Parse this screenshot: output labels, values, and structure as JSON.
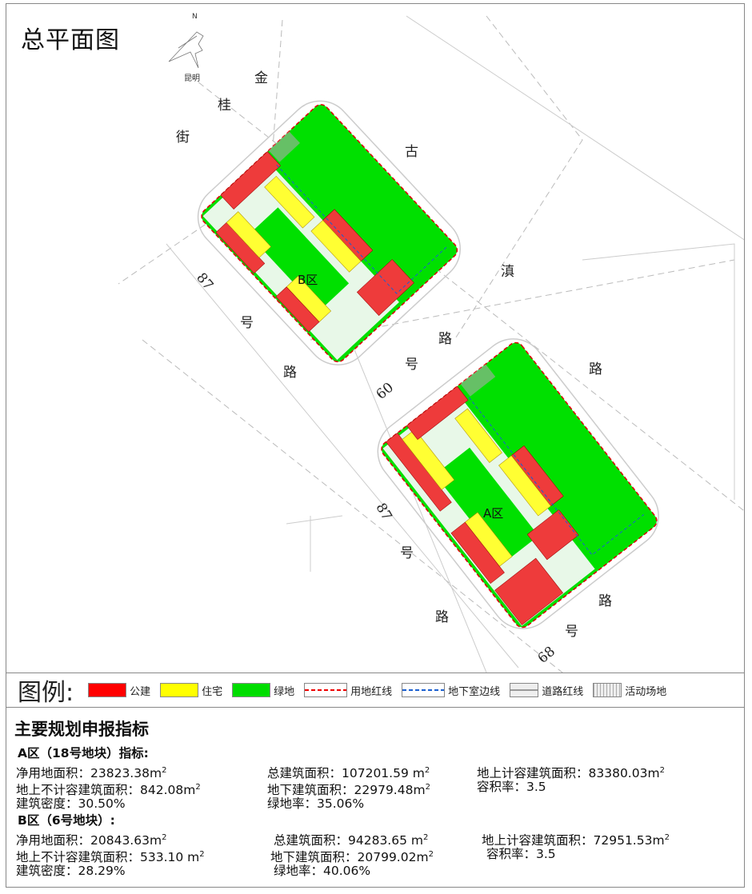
{
  "title": "总平面图",
  "compass": {
    "north": "N",
    "city": "昆明"
  },
  "roads": {
    "jingui": [
      "金",
      "桂",
      "街"
    ],
    "gudian": [
      "古",
      "滇",
      "路"
    ],
    "r87_upper": [
      "87",
      "号",
      "路"
    ],
    "r60": [
      "60",
      "号",
      "路"
    ],
    "r87_lower": [
      "87",
      "号",
      "路"
    ],
    "r68": [
      "68",
      "号",
      "路"
    ]
  },
  "zones": {
    "a": "A区",
    "b": "B区"
  },
  "colors": {
    "public": "#ff0000",
    "residential": "#ffff00",
    "green": "#00e000",
    "redline": "#e00000",
    "basement": "#1a5fd0"
  },
  "legend": {
    "title": "图例:",
    "items": [
      "公建",
      "住宅",
      "绿地",
      "用地红线",
      "地下室边线",
      "道路红线",
      "活动场地"
    ]
  },
  "indicators": {
    "heading": "主要规划申报指标",
    "a": {
      "heading": "A区（18号地块）指标:",
      "net_land": "净用地面积：23823.38m",
      "total_area": "总建筑面积：107201.59  m",
      "above_far": "地上计容建筑面积：83380.03m",
      "above_nonfar": "地上不计容建筑面积：842.08m",
      "underground": "地下建筑面积：22979.48m",
      "far": "容积率：3.5",
      "density": "建筑密度：30.50%",
      "green_rate": "绿地率：35.06%"
    },
    "b": {
      "heading": "B区（6号地块）:",
      "net_land": "净用地面积：20843.63m",
      "total_area": "总建筑面积：94283.65 m",
      "above_far": "地上计容建筑面积：72951.53m",
      "above_nonfar": "地上不计容建筑面积：533.10  m",
      "underground": "地下建筑面积：20799.02m",
      "far": "容积率：3.5",
      "density": "建筑密度：28.29%",
      "green_rate": "绿地率：40.06%"
    },
    "sup": "2"
  }
}
